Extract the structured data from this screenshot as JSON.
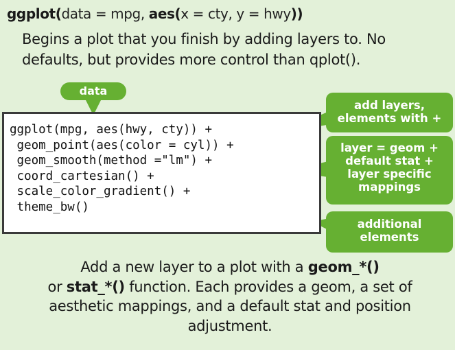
{
  "signature": {
    "fn": "ggplot(",
    "args1": "data = mpg, ",
    "aes_fn": "aes(",
    "args2": "x = cty, y = hwy",
    "close": "))"
  },
  "description": "Begins a plot that you finish by adding layers to. No defaults, but provides more control than qplot().",
  "data_tag": "data",
  "code_lines": [
    "ggplot(mpg, aes(hwy, cty)) +",
    " geom_point(aes(color = cyl)) +",
    " geom_smooth(method =\"lm\") +",
    " coord_cartesian() +",
    " scale_color_gradient() +",
    " theme_bw()"
  ],
  "callouts": {
    "add_layers": [
      "add layers,",
      "elements with +"
    ],
    "layer_def": [
      "layer = geom +",
      "default stat +",
      "layer specific",
      "mappings"
    ],
    "additional": [
      "additional",
      "elements"
    ]
  },
  "footer": {
    "part1": "Add a new layer to a plot with a ",
    "fn1": "geom_*()",
    "part2": "or ",
    "fn2": "stat_*()",
    "part3": " function. Each provides a geom, a set of aesthetic mappings, and a default stat and position adjustment."
  },
  "colors": {
    "background": "#e3f1d9",
    "accent": "#66b032",
    "code_border": "#3a3a3a"
  }
}
